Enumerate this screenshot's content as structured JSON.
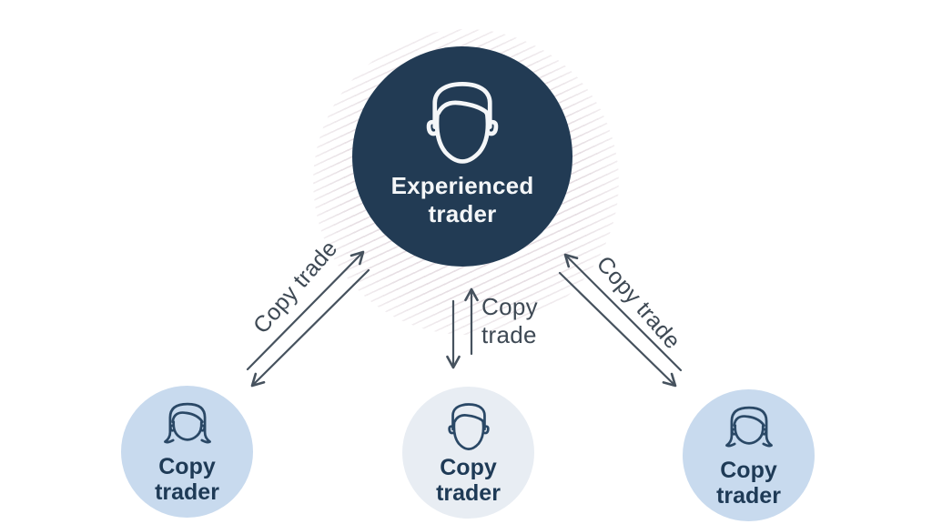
{
  "diagram": {
    "type": "copy-trading-flow",
    "colors": {
      "background": "#ffffff",
      "main_circle": "#223b54",
      "side_circle": "#c8daee",
      "middle_circle": "#e8edf3",
      "main_text": "#f4f6f8",
      "small_text": "#1e3a56",
      "arrow": "#46525e",
      "edge_label_text": "#3e4954",
      "hatch_line": "#d3c5cd"
    },
    "nodes": {
      "experienced": {
        "line1": "Experienced",
        "line2": "trader",
        "icon": "male-face-icon"
      },
      "copy_left": {
        "line1": "Copy",
        "line2": "trader",
        "icon": "female-face-icon"
      },
      "copy_middle": {
        "line1": "Copy",
        "line2": "trader",
        "icon": "male-face-icon"
      },
      "copy_right": {
        "line1": "Copy",
        "line2": "trader",
        "icon": "female-face-icon"
      }
    },
    "edges": {
      "left_label": "Copy trade",
      "middle_label_line1": "Copy",
      "middle_label_line2": "trade",
      "right_label": "Copy trade"
    }
  }
}
